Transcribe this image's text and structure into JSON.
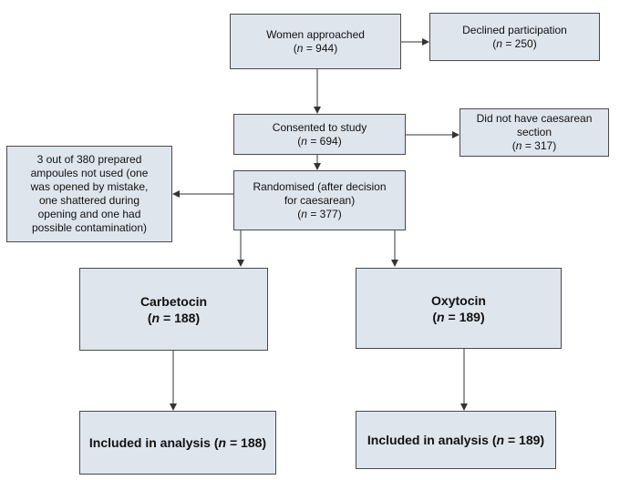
{
  "colors": {
    "box_fill": "#dfe5ed",
    "box_border": "#4a4a4a",
    "arrow": "#333333"
  },
  "nodes": {
    "approached": {
      "label": "Women approached",
      "n_prefix": "n",
      "n_value": " = 944"
    },
    "declined": {
      "label": "Declined participation",
      "n_prefix": "n",
      "n_value": " = 250"
    },
    "consented": {
      "label": "Consented to study",
      "n_prefix": "n",
      "n_value": " = 694"
    },
    "no_caesarean": {
      "label_1": "Did not have caesarean",
      "label_2": "section",
      "n_prefix": "n",
      "n_value": " = 317"
    },
    "randomised": {
      "label_1": "Randomised (after decision",
      "label_2": "for caesarean)",
      "n_prefix": "n",
      "n_value": " = 377"
    },
    "ampoules": {
      "line_1": "3 out of 380 prepared",
      "line_2": "ampoules not used (one",
      "line_3": "was opened by mistake,",
      "line_4": "one shattered during",
      "line_5": "opening and one had",
      "line_6": "possible contamination)"
    },
    "carbetocin": {
      "label": "Carbetocin",
      "n_prefix": "n",
      "n_value": " = 188"
    },
    "oxytocin": {
      "label": "Oxytocin",
      "n_prefix": "n",
      "n_value": " = 189"
    },
    "carbetocin_analysis": {
      "label": "Included in analysis",
      "n_prefix": "n",
      "n_value": " = 188"
    },
    "oxytocin_analysis": {
      "label": "Included in analysis",
      "n_prefix": "n",
      "n_value": " = 189"
    }
  }
}
